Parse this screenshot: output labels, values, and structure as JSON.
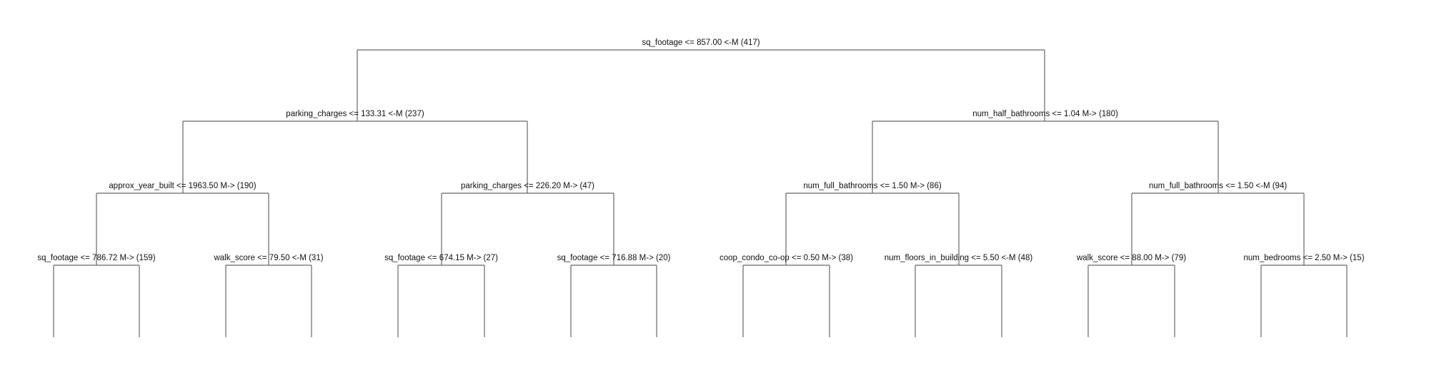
{
  "tree": {
    "nodes": [
      {
        "id": "n0",
        "label": "sq_footage <= 857.00 <-M (417)"
      },
      {
        "id": "n1",
        "label": "parking_charges <= 133.31 <-M (237)"
      },
      {
        "id": "n2",
        "label": "num_half_bathrooms <= 1.04 M-> (180)"
      },
      {
        "id": "n3",
        "label": "approx_year_built <= 1963.50 M-> (190)"
      },
      {
        "id": "n4",
        "label": "parking_charges <= 226.20 M-> (47)"
      },
      {
        "id": "n5",
        "label": "num_full_bathrooms <= 1.50 M-> (86)"
      },
      {
        "id": "n6",
        "label": "num_full_bathrooms <= 1.50 <-M (94)"
      },
      {
        "id": "n7",
        "label": "sq_footage <= 786.72 M-> (159)"
      },
      {
        "id": "n8",
        "label": "walk_score <= 79.50 <-M (31)"
      },
      {
        "id": "n9",
        "label": "sq_footage <= 674.15 M-> (27)"
      },
      {
        "id": "n10",
        "label": "sq_footage <= 716.88 M-> (20)"
      },
      {
        "id": "n11",
        "label": "coop_condo_co-op <= 0.50 M-> (38)"
      },
      {
        "id": "n12",
        "label": "num_floors_in_building <= 5.50 <-M (48)"
      },
      {
        "id": "n13",
        "label": "walk_score <= 88.00 M-> (79)"
      },
      {
        "id": "n14",
        "label": "num_bedrooms <= 2.50 M-> (15)"
      }
    ]
  }
}
